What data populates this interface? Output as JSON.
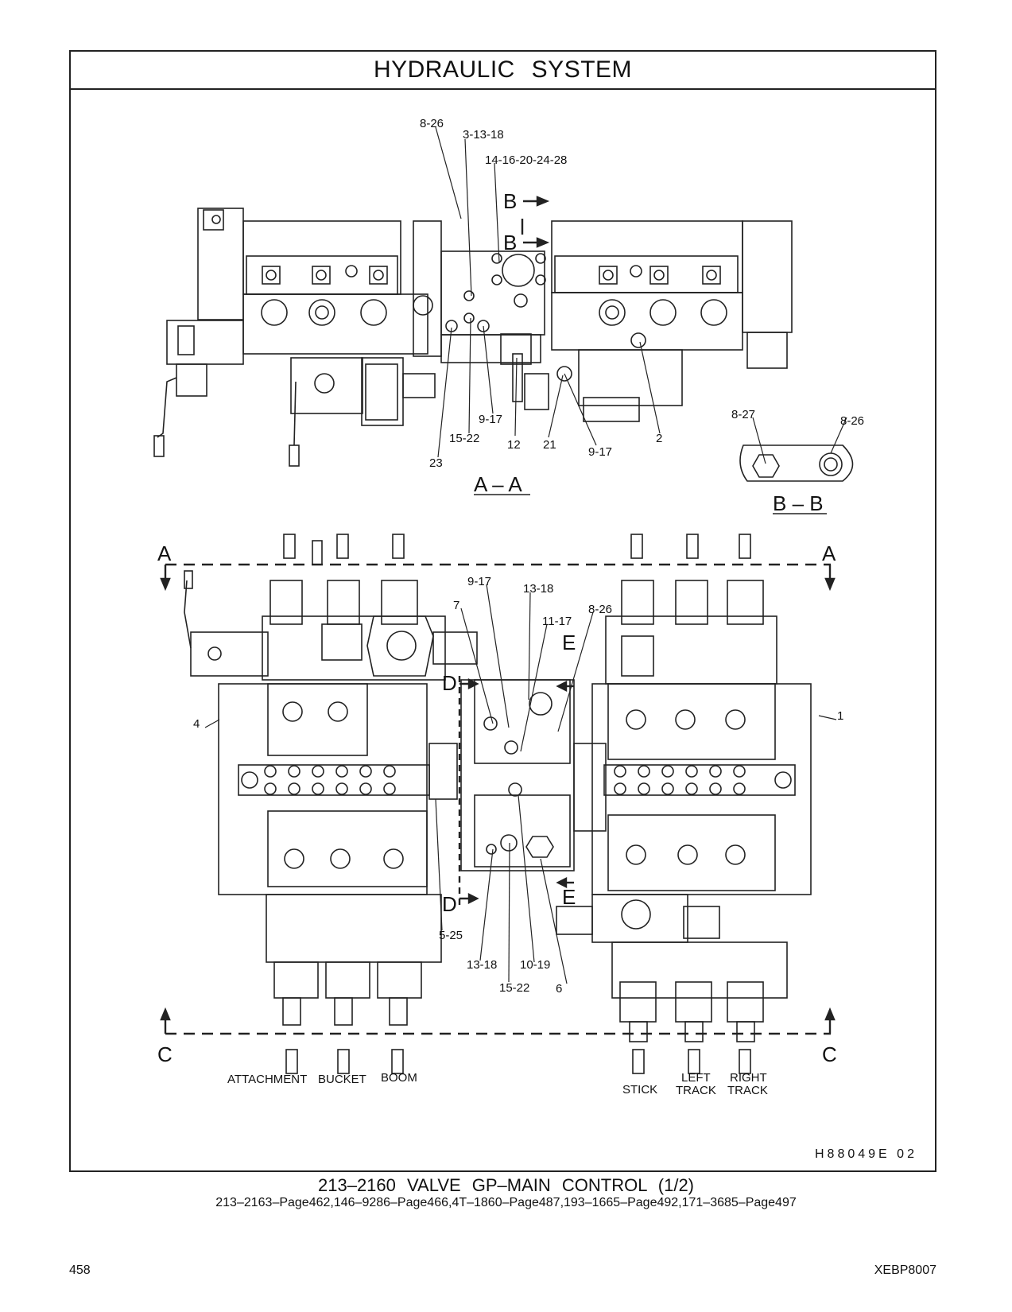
{
  "header": {
    "title": "HYDRAULIC   SYSTEM"
  },
  "views": {
    "aa": "A – A",
    "bb": "B – B"
  },
  "section_marks": {
    "a": "A",
    "b": "B",
    "c": "C",
    "d": "D",
    "e": "E"
  },
  "callouts_top": {
    "c1": "8-26",
    "c2": "3-13-18",
    "c3": "14-16-20-24-28",
    "c4": "9-17",
    "c5": "15-22",
    "c6": "12",
    "c7": "21",
    "c8": "9-17",
    "c9": "2",
    "c10": "23",
    "c11": "8-27",
    "c12": "8-26"
  },
  "callouts_bottom": {
    "c1": "9-17",
    "c2": "13-18",
    "c3": "7",
    "c4": "11-17",
    "c5": "8-26",
    "c6": "4",
    "c7": "1",
    "c8": "5-25",
    "c9": "13-18",
    "c10": "10-19",
    "c11": "15-22",
    "c12": "6"
  },
  "function_labels": {
    "attachment": "ATTACHMENT",
    "bucket": "BUCKET",
    "boom": "BOOM",
    "stick": "STICK",
    "left": "LEFT",
    "right": "RIGHT",
    "track": "TRACK"
  },
  "figure_code": "H88049E    02",
  "caption": {
    "line1": "213–2160   VALVE  GP–MAIN  CONTROL (1/2)",
    "line2": "213–2163–Page462,146–9286–Page466,4T–1860–Page487,193–1665–Page492,171–3685–Page497"
  },
  "footer": {
    "page": "458",
    "doc": "XEBP8007"
  }
}
